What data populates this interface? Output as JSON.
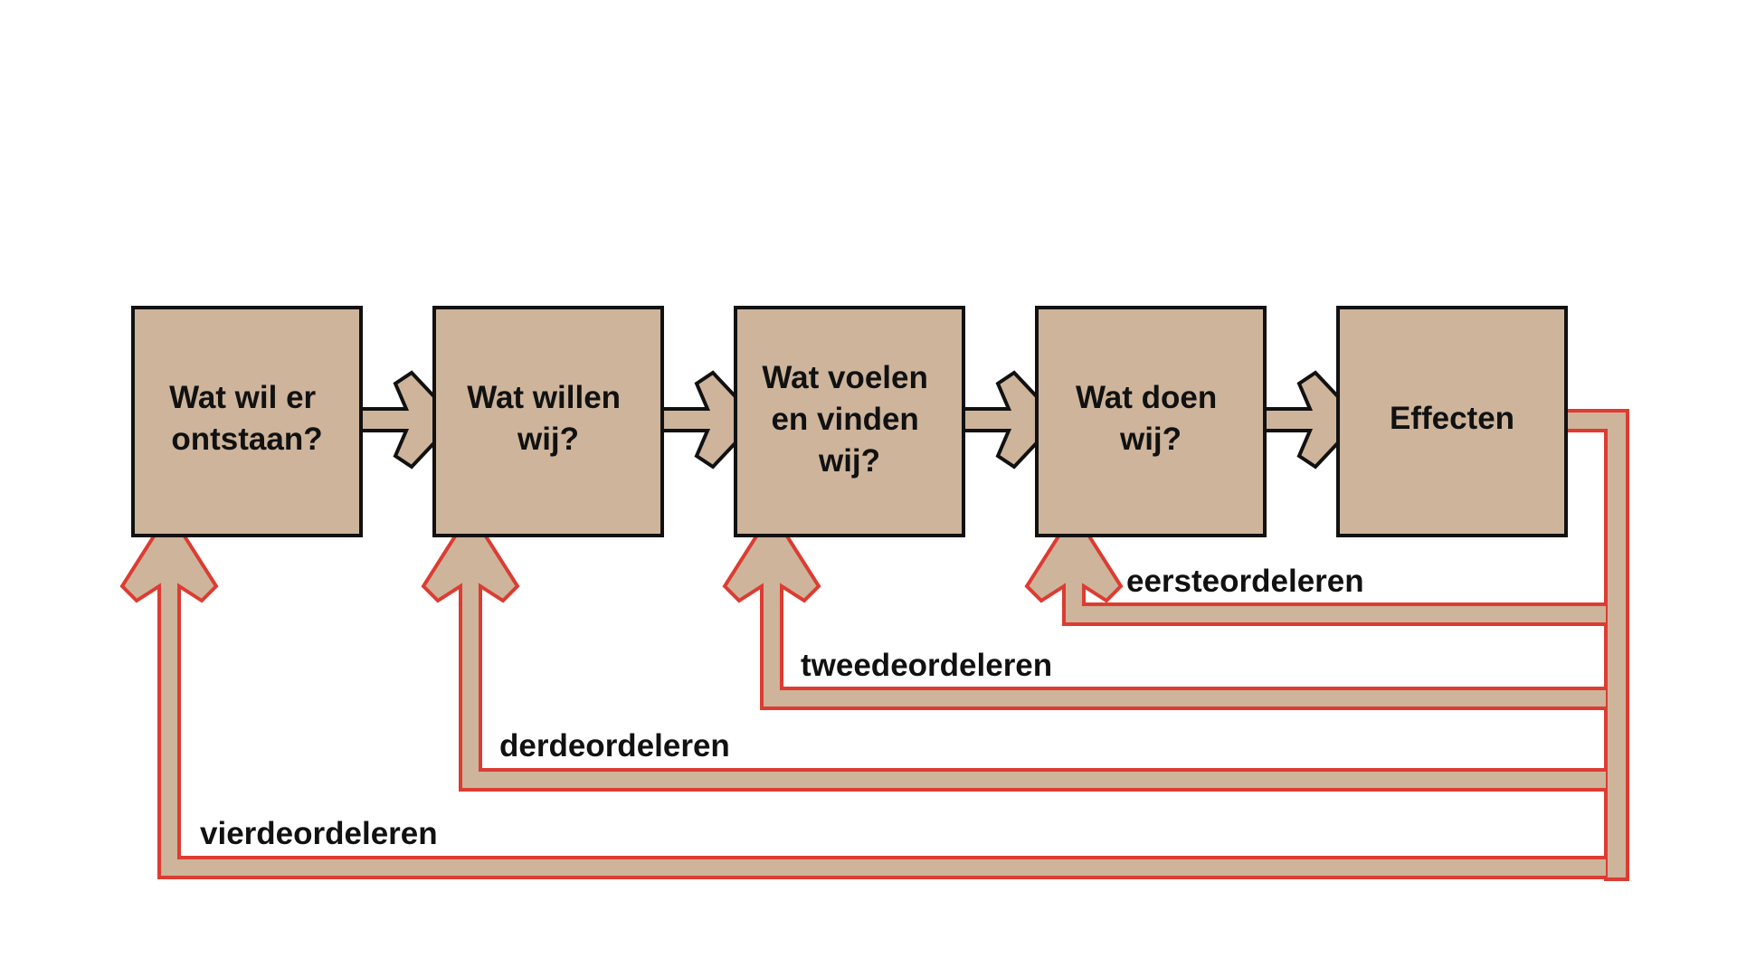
{
  "colors": {
    "box_fill": "#cdb49b",
    "box_stroke": "#111111",
    "feedback_stroke": "#dc3c32",
    "feedback_fill": "#cdb49b"
  },
  "boxes": [
    {
      "id": "box1",
      "lines": [
        "Wat wil er",
        "ontstaan?"
      ]
    },
    {
      "id": "box2",
      "lines": [
        "Wat willen",
        "wij?"
      ]
    },
    {
      "id": "box3",
      "lines": [
        "Wat voelen",
        "en vinden",
        "wij?"
      ]
    },
    {
      "id": "box4",
      "lines": [
        "Wat doen",
        "wij?"
      ]
    },
    {
      "id": "box5",
      "lines": [
        "Effecten"
      ]
    }
  ],
  "loops": [
    {
      "label": "eersteordeleren",
      "target": "box4"
    },
    {
      "label": "tweedeordeleren",
      "target": "box3"
    },
    {
      "label": "derdeordeleren",
      "target": "box2"
    },
    {
      "label": "vierdeordeleren",
      "target": "box1"
    }
  ]
}
